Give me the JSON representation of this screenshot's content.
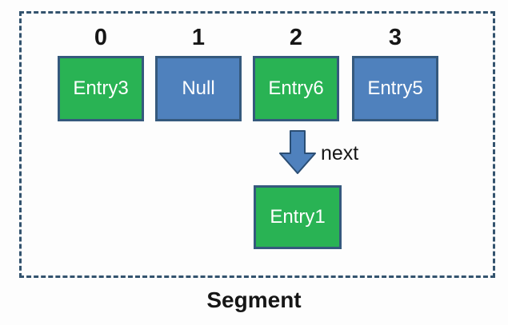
{
  "diagram": {
    "caption": "Segment",
    "buckets": [
      {
        "index": "0",
        "label": "Entry3",
        "color": "green"
      },
      {
        "index": "1",
        "label": "Null",
        "color": "blue"
      },
      {
        "index": "2",
        "label": "Entry6",
        "color": "green"
      },
      {
        "index": "3",
        "label": "Entry5",
        "color": "blue"
      }
    ],
    "link": {
      "from_bucket_index": "2",
      "arrow_label": "next",
      "target": {
        "label": "Entry1",
        "color": "green"
      }
    },
    "colors": {
      "entry_fill": "#29b354",
      "null_fill": "#4f81bd",
      "box_border": "#35597d",
      "dash_border": "#33536e",
      "arrow_fill": "#4f81bd",
      "arrow_border": "#2b4e74",
      "box_text": "#ffffff",
      "label_text": "#161616"
    }
  }
}
